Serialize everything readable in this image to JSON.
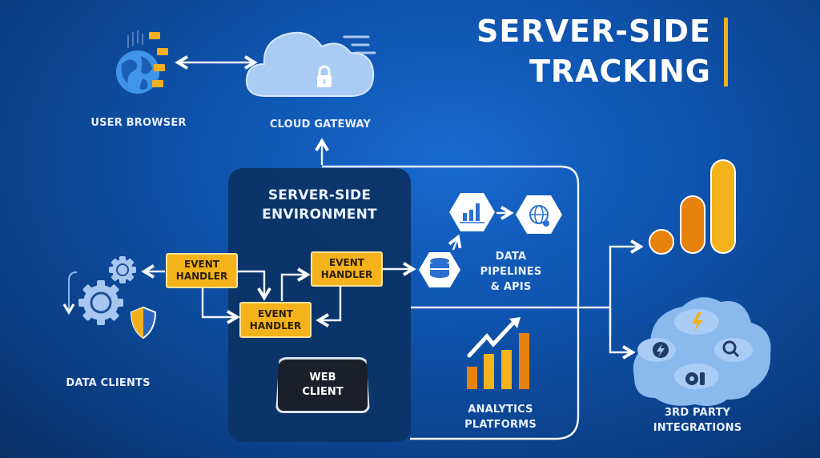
{
  "title": {
    "line1": "SERVER-SIDE",
    "line2": "TRACKING"
  },
  "nodes": {
    "user_browser": {
      "label": "USER BROWSER",
      "icon": "globe-icon"
    },
    "cloud_gateway": {
      "label": "CLOUD GATEWAY",
      "icon": "cloud-lock-icon"
    },
    "server_env": {
      "line1": "SERVER-SIDE",
      "line2": "ENVIRONMENT"
    },
    "event_handlers": [
      {
        "line1": "EVENT",
        "line2": "HANDLER"
      },
      {
        "line1": "EVENT",
        "line2": "HANDLER"
      },
      {
        "line1": "EVENT",
        "line2": "HANDLER"
      }
    ],
    "web_client": {
      "line1": "WEB",
      "line2": "CLIENT"
    },
    "data_clients": {
      "label": "DATA CLIENTS",
      "icon": "gears-shield-icon"
    },
    "data_pipelines": {
      "line1": "DATA",
      "line2": "PIPELINES",
      "line3": "& APIS",
      "icons": [
        "database-icon",
        "bar-chart-icon",
        "globe-settings-icon"
      ]
    },
    "analytics": {
      "line1": "ANALYTICS",
      "line2": "PLATFORMS",
      "icon": "trending-bars-icon"
    },
    "google_analytics": {
      "icon": "analytics-logo-icon"
    },
    "third_party": {
      "line1": "3RD PARTY",
      "line2": "INTEGRATIONS",
      "icons": [
        "lightning-icon",
        "bolt-circle-icon",
        "search-icon",
        "toggle-icon"
      ]
    }
  },
  "colors": {
    "accent_yellow": "#f4b21b",
    "accent_orange": "#e8820f",
    "panel_dark": "#0c3466",
    "cloud_light": "#a9ccf5"
  }
}
